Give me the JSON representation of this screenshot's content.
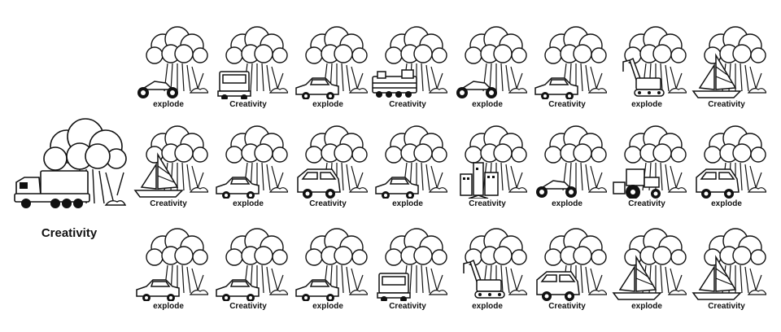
{
  "featured": {
    "label": "Creativity",
    "icon": "truck-explosion-icon"
  },
  "rows": [
    [
      {
        "label": "explode",
        "icon": "motorcycle-explosion-icon",
        "v": "moto"
      },
      {
        "label": "Creativity",
        "icon": "semi-truck-explosion-icon",
        "v": "truck"
      },
      {
        "label": "explode",
        "icon": "police-car-explosion-icon",
        "v": "car"
      },
      {
        "label": "Creativity",
        "icon": "train-explosion-icon",
        "v": "train"
      },
      {
        "label": "explode",
        "icon": "motorcycle-explosion-icon",
        "v": "moto"
      },
      {
        "label": "Creativity",
        "icon": "sports-car-explosion-icon",
        "v": "car"
      },
      {
        "label": "explode",
        "icon": "crane-explosion-icon",
        "v": "crane"
      },
      {
        "label": "Creativity",
        "icon": "sailboat-explosion-icon",
        "v": "boat"
      }
    ],
    [
      {
        "label": "Creativity",
        "icon": "jet-ski-explosion-icon",
        "v": "boat"
      },
      {
        "label": "explode",
        "icon": "convertible-explosion-icon",
        "v": "car"
      },
      {
        "label": "Creativity",
        "icon": "van-explosion-icon",
        "v": "van"
      },
      {
        "label": "explode",
        "icon": "beetle-car-explosion-icon",
        "v": "car"
      },
      {
        "label": "Creativity",
        "icon": "city-explosion-icon",
        "v": "city"
      },
      {
        "label": "explode",
        "icon": "scooter-explosion-icon",
        "v": "moto"
      },
      {
        "label": "Creativity",
        "icon": "tractor-explosion-icon",
        "v": "tractor"
      },
      {
        "label": "explode",
        "icon": "golf-cart-explosion-icon",
        "v": "van"
      }
    ],
    [
      {
        "label": "explode",
        "icon": "sedan-explosion-icon",
        "v": "car"
      },
      {
        "label": "Creativity",
        "icon": "car-front-explosion-icon",
        "v": "car"
      },
      {
        "label": "explode",
        "icon": "pickup-explosion-icon",
        "v": "car"
      },
      {
        "label": "Creativity",
        "icon": "dump-truck-explosion-icon",
        "v": "truck"
      },
      {
        "label": "explode",
        "icon": "excavator-explosion-icon",
        "v": "crane"
      },
      {
        "label": "Creativity",
        "icon": "jeep-explosion-icon",
        "v": "van"
      },
      {
        "label": "explode",
        "icon": "speedboat-explosion-icon",
        "v": "boat"
      },
      {
        "label": "Creativity",
        "icon": "sailboat-explosion-icon",
        "v": "boat"
      }
    ]
  ]
}
